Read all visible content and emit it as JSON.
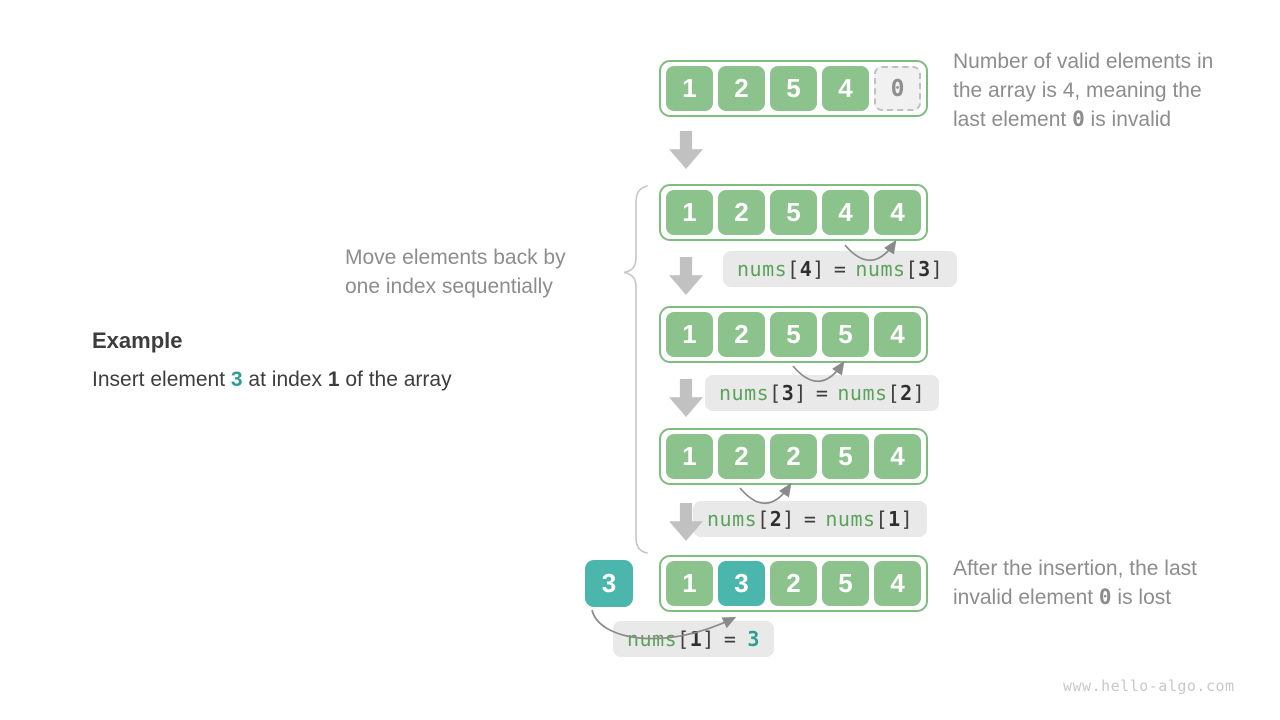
{
  "notes": {
    "top_right": {
      "line1": "Number of valid elements in",
      "line2": "the array is 4, meaning the",
      "line3_pre": "last element ",
      "line3_mono": "0",
      "line3_post": " is invalid"
    },
    "move": {
      "line1": "Move elements back by",
      "line2": "one index sequentially"
    },
    "bottom_right": {
      "line1": "After the insertion, the last",
      "line2_pre": "invalid element ",
      "line2_mono": "0",
      "line2_post": " is lost"
    }
  },
  "example": {
    "title": "Example",
    "pre": "Insert element ",
    "val": "3",
    "mid": " at index ",
    "idx": "1",
    "post": " of the array"
  },
  "glyphs": {
    "lb": "[",
    "rb": "]",
    "eq": "="
  },
  "rows": [
    {
      "cells": [
        {
          "v": "1"
        },
        {
          "v": "2"
        },
        {
          "v": "5"
        },
        {
          "v": "4"
        },
        {
          "v": "0"
        }
      ]
    },
    {
      "cells": [
        {
          "v": "1"
        },
        {
          "v": "2"
        },
        {
          "v": "5"
        },
        {
          "v": "4"
        },
        {
          "v": "4"
        }
      ]
    },
    {
      "cells": [
        {
          "v": "1"
        },
        {
          "v": "2"
        },
        {
          "v": "5"
        },
        {
          "v": "5"
        },
        {
          "v": "4"
        }
      ]
    },
    {
      "cells": [
        {
          "v": "1"
        },
        {
          "v": "2"
        },
        {
          "v": "2"
        },
        {
          "v": "5"
        },
        {
          "v": "4"
        }
      ]
    },
    {
      "cells": [
        {
          "v": "1"
        },
        {
          "v": "3"
        },
        {
          "v": "2"
        },
        {
          "v": "5"
        },
        {
          "v": "4"
        }
      ]
    }
  ],
  "insert_cell": {
    "v": "3"
  },
  "code_labels": [
    {
      "fn1": "nums",
      "i1": "4",
      "fn2": "nums",
      "i2": "3"
    },
    {
      "fn1": "nums",
      "i1": "3",
      "fn2": "nums",
      "i2": "2"
    },
    {
      "fn1": "nums",
      "i1": "2",
      "fn2": "nums",
      "i2": "1"
    },
    {
      "fn1": "nums",
      "i1": "1",
      "val": "3"
    }
  ],
  "watermark": "www.hello-algo.com",
  "colors": {
    "cell_green": "#8CC28C",
    "cell_teal": "#4BB6AC",
    "container_border": "#7FBC7F",
    "label_bg": "#E9E9E9",
    "code_green": "#5BA35B",
    "code_teal": "#2E9E95",
    "arrow_gray": "#C1C1C1",
    "arc_gray": "#8A8A8A",
    "note_gray": "#8D8D8D",
    "dark_text": "#3D3D3D"
  }
}
